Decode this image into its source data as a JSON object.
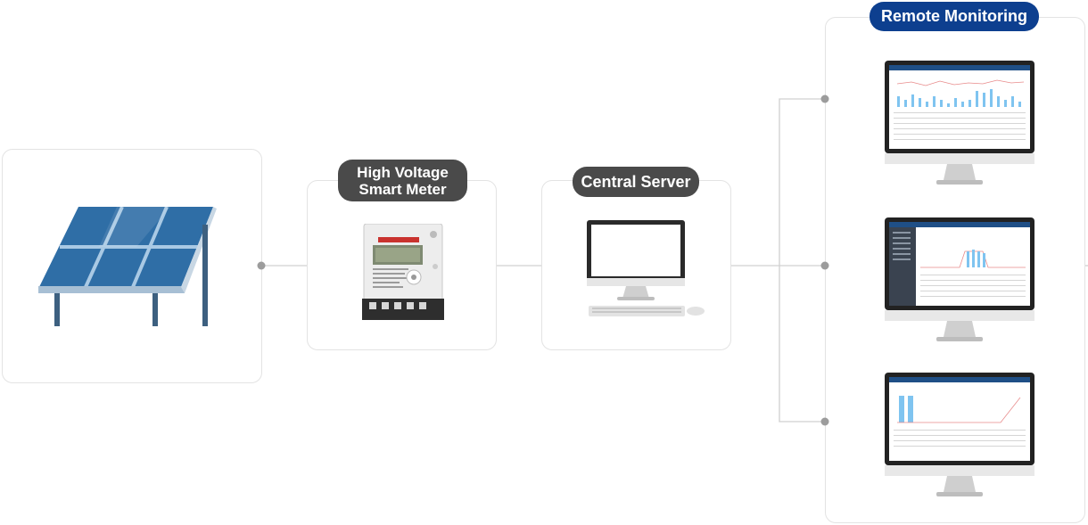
{
  "labels": {
    "meter_line1": "High Voltage",
    "meter_line2": "Smart Meter",
    "server": "Central Server",
    "remote": "Remote Monitoring"
  },
  "colors": {
    "pill_dark": "#4a4a4a",
    "pill_blue": "#0d3f8f",
    "line": "#cfcfcf",
    "dot": "#9c9c9c",
    "solar_panel": "#2f6ea6",
    "chart_bar": "#7fc4f0"
  },
  "nodes": [
    {
      "name": "solar-panel-card",
      "icon": "solar-panel-icon"
    },
    {
      "name": "smart-meter-card",
      "icon": "smart-meter-icon"
    },
    {
      "name": "central-server-card",
      "icon": "desktop-computer-icon"
    },
    {
      "name": "remote-monitoring-card",
      "icon": "monitor-icon"
    }
  ]
}
